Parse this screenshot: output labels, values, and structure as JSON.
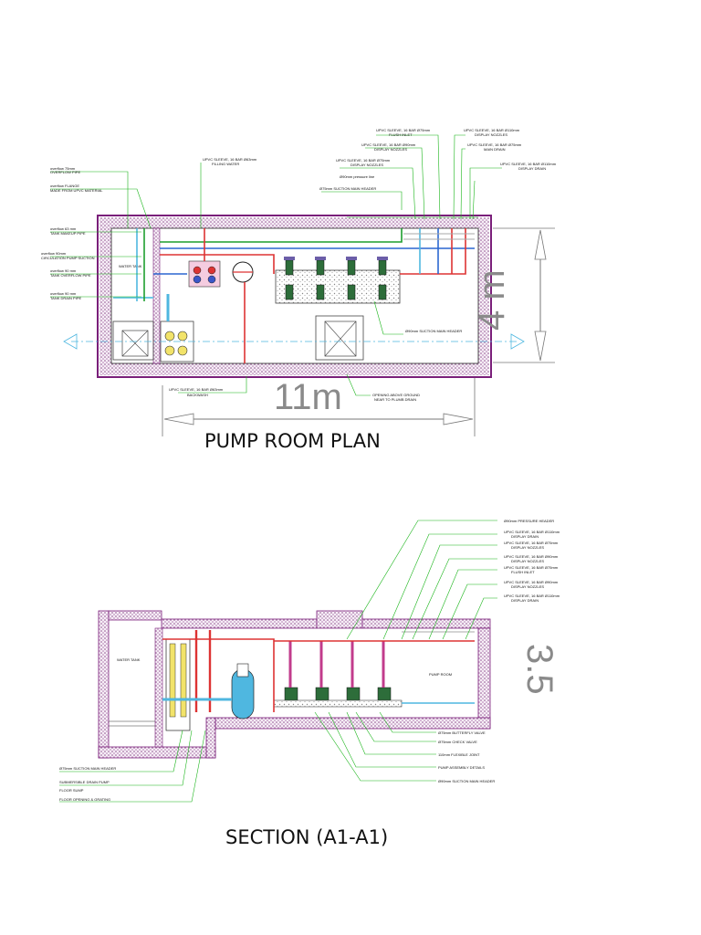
{
  "plan": {
    "caption": "PUMP ROOM PLAN",
    "dim_length": "11m",
    "dim_width": "4 m",
    "room_label": "WATER TANK",
    "callouts": {
      "left_1": "overflow 75mm",
      "left_1b": "OVERFLOW PIPE",
      "left_2": "overflow FLANGE",
      "left_2b": "MADE FROM UPVC MATERIAL",
      "left_3": "overflow 63 mm",
      "left_3b": "TANK MAKEUP PIPE",
      "left_4": "overflow 90mm",
      "left_4b": "CIRCULATION PUMP SUCTION",
      "left_5": "overflow 90 mm",
      "left_5b": "TANK OVERFLOW PIPE",
      "left_6": "overflow 90 mm",
      "left_6b": "TANK DRAIN PIPE",
      "top_filling": "UPVC SLEEVE, 16 BAR Ø63mm",
      "top_filling_b": "FILLING WATER",
      "top_suction": "Ø75mm SUCTION MAIN HEADER",
      "top_r1": "UPVC SLEEVE, 16 BAR Ø75mm",
      "top_r1b": "FLUSH INLET",
      "top_r2": "UPVC SLEEVE, 16 BAR Ø110mm",
      "top_r2b": "DISPLAY NOZZLES",
      "top_r3": "UPVC SLEEVE, 16 BAR Ø90mm",
      "top_r3b": "DISPLAY NOZZLES",
      "top_r4": "UPVC SLEEVE, 16 BAR Ø75mm",
      "top_r4b": "MAIN DRAIN",
      "top_r5": "UPVC SLEEVE, 16 BAR Ø75mm",
      "top_r5b": "DISPLAY NOZZLES",
      "top_r6": "UPVC SLEEVE, 16 BAR Ø110mm",
      "top_r6b": "DISPLAY DRAIN",
      "top_r7": "Ø90mm pressure line",
      "suction_header": "Ø90mm SUCTION MAIN HEADER",
      "bottom_1": "UPVC SLEEVE, 16 BAR Ø63mm",
      "bottom_1b": "BACKWASH",
      "bottom_2": "OPENING ABOVE GROUND",
      "bottom_2b": "NEAR TO PLUMB DRAIN"
    }
  },
  "section": {
    "caption": "SECTION (A1-A1)",
    "dim_height": "3.5",
    "water_tank": "WATER TANK",
    "pump_room": "PUMP ROOM",
    "callouts": {
      "r1": "Ø90mm PRESSURE HEADER",
      "r2": "UPVC SLEEVE, 16 BAR Ø110mm",
      "r2b": "DISPLAY DRAIN",
      "r3": "UPVC SLEEVE, 16 BAR Ø75mm",
      "r3b": "DISPLAY NOZZLES",
      "r4": "UPVC SLEEVE, 16 BAR Ø90mm",
      "r4b": "DISPLAY NOZZLES",
      "r5": "UPVC SLEEVE, 16 BAR Ø75mm",
      "r5b": "FLUSH INLET",
      "r6": "UPVC SLEEVE, 16 BAR Ø90mm",
      "r6b": "DISPLAY NOZZLES",
      "r7": "UPVC SLEEVE, 16 BAR Ø110mm",
      "r7b": "DISPLAY DRAIN",
      "b1": "Ø75mm BUTTERFLY VALVE",
      "b2": "Ø75mm CHECK VALVE",
      "b3": "110mm FLEXIBLE JOINT",
      "b4": "PUMP ASSEMBLY DETAILS",
      "b5": "Ø90mm SUCTION MAIN HEADER",
      "l1": "Ø75mm SUCTION MAIN HEADER",
      "l2": "SUBMERSIBLE DRAIN PUMP",
      "l3": "FLOOR SUMP",
      "l4": "FLOOR OPENING & GRATING"
    }
  }
}
